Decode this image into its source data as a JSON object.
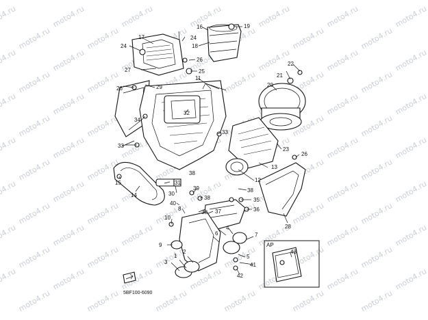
{
  "watermark": "moto4.ru",
  "diagram_code": "5BF100-6090",
  "inset_label": "AP",
  "inset_part": "43",
  "labels": {
    "l1": "1",
    "l2": "2",
    "l3": "3",
    "l4": "4",
    "l5": "5",
    "l6": "6",
    "l7": "7",
    "l8": "8",
    "l9": "9",
    "l10": "10",
    "l11": "11",
    "l12": "12",
    "l13": "13",
    "l14": "14",
    "l15": "15",
    "l16": "16",
    "l17": "17",
    "l18": "18",
    "l19": "19",
    "l20": "20",
    "l21": "21",
    "l22": "22",
    "l23": "23",
    "l24a": "24",
    "l24b": "24",
    "l25": "25",
    "l26a": "26",
    "l26b": "26",
    "l26c": "26",
    "l27": "27",
    "l28": "28",
    "l29": "29",
    "l30": "30",
    "l31": "31",
    "l32": "32",
    "l33a": "33",
    "l33b": "33",
    "l34": "34",
    "l35": "35",
    "l36": "36",
    "l37": "37",
    "l38a": "38",
    "l38b": "38",
    "l38c": "38",
    "l38d": "38",
    "l39": "39",
    "l40": "40",
    "l41": "41",
    "l42": "42"
  }
}
